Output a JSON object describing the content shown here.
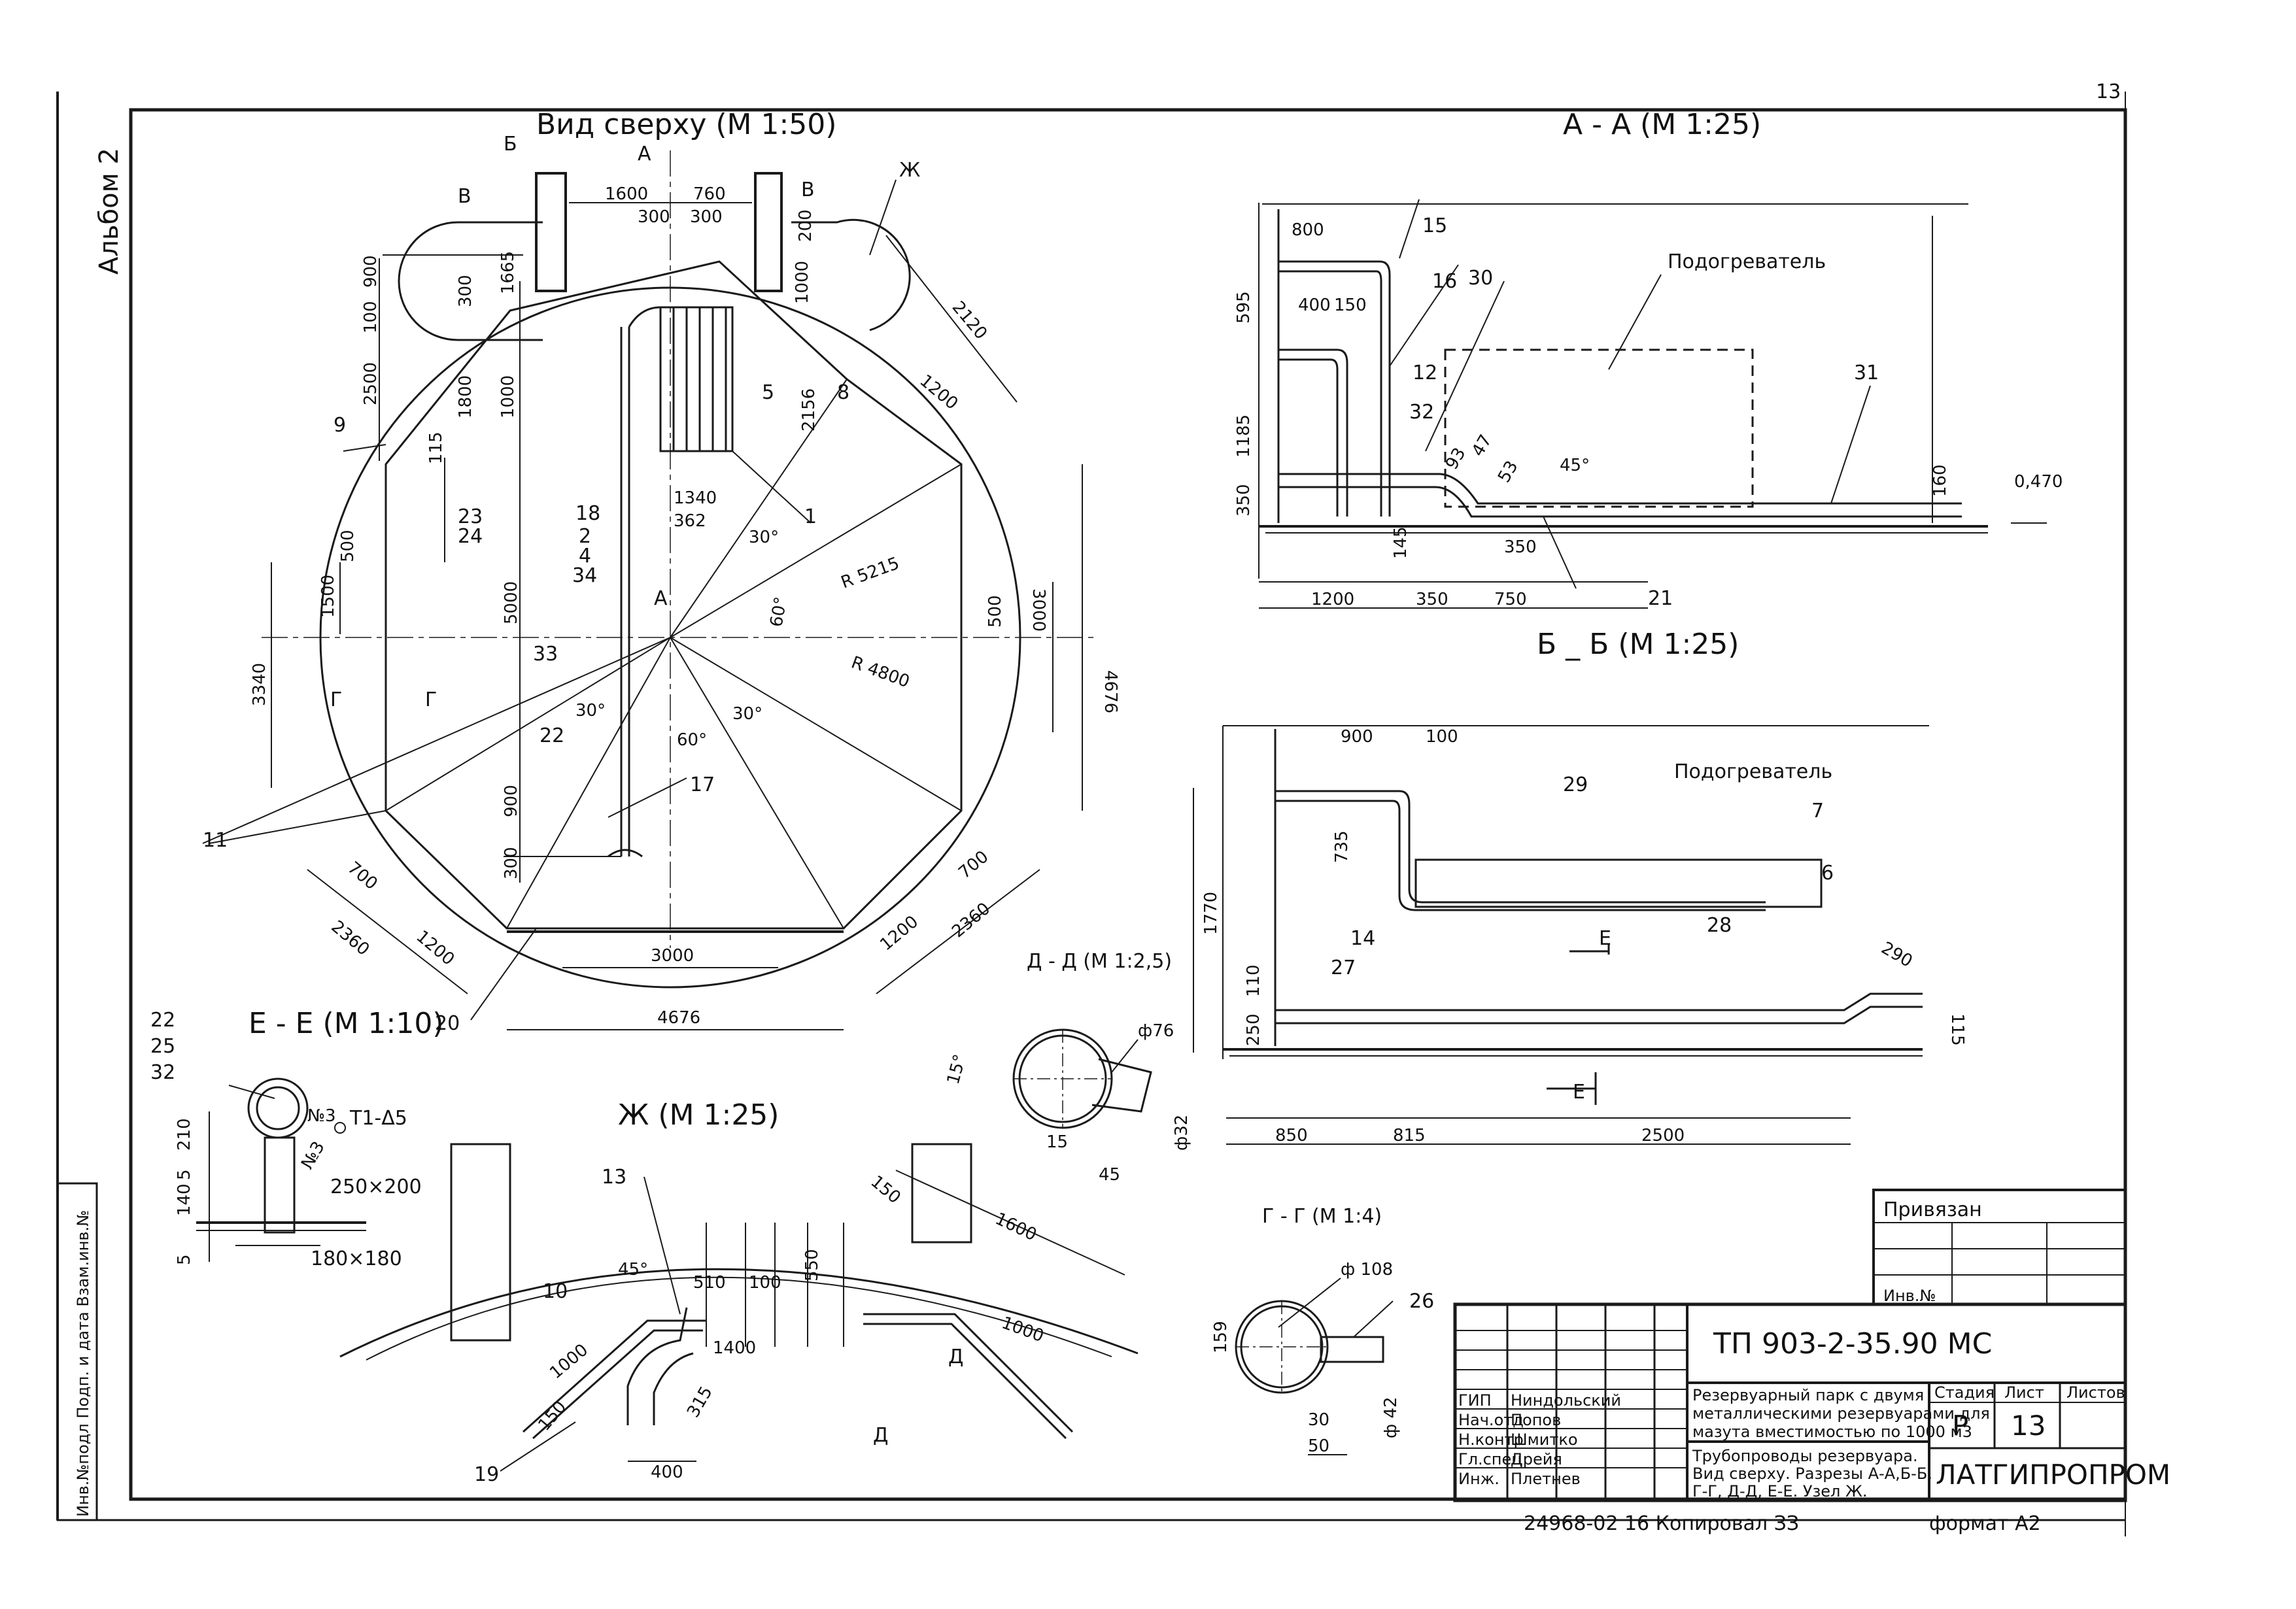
{
  "colors": {
    "ink": "#1a1a1a",
    "paper": "#ffffff"
  },
  "sheet": {
    "album": "Альбом 2",
    "corner_mark": "13",
    "side_stamp": "Инв.№подл Подп. и дата Взам.инв.№",
    "format": "формат А2",
    "copied": "24968-02 16  Копировал ЗЗ"
  },
  "views": {
    "top": {
      "title": "Вид сверху (М 1:50)",
      "section_marks": [
        "Б",
        "А",
        "В",
        "В",
        "Ж",
        "А",
        "Г",
        "Г"
      ],
      "dims": [
        "1600",
        "760",
        "300",
        "300",
        "200",
        "900",
        "1665",
        "300",
        "100",
        "1000",
        "2500",
        "1800",
        "1000",
        "115",
        "2120",
        "1200",
        "2156",
        "1340",
        "362",
        "500",
        "1500",
        "5000",
        "3340",
        "4676",
        "3000",
        "500",
        "900",
        "300",
        "700",
        "1200",
        "2360",
        "2360",
        "1200",
        "700",
        "3000",
        "4676",
        "R 5215",
        "R 4800",
        "30°",
        "60°",
        "60°",
        "30°",
        "30°"
      ],
      "callouts": [
        "9",
        "5",
        "8",
        "1",
        "23",
        "24",
        "18",
        "2",
        "4",
        "34",
        "33",
        "22",
        "17",
        "11",
        "20"
      ]
    },
    "aa": {
      "title": "А - А (М 1:25)",
      "heater": "Подогреватель",
      "dims": [
        "800",
        "595",
        "400",
        "150",
        "1185",
        "350",
        "145",
        "93",
        "47",
        "53",
        "45°",
        "350",
        "160",
        "0,470",
        "1200",
        "350",
        "750"
      ],
      "callouts": [
        "15",
        "16",
        "30",
        "12",
        "32",
        "31",
        "21"
      ]
    },
    "bb": {
      "title": "Б _ Б (М 1:25)",
      "heater": "Подогреватель",
      "dims": [
        "900",
        "100",
        "735",
        "1770",
        "110",
        "250",
        "290",
        "115",
        "850",
        "815",
        "2500"
      ],
      "callouts": [
        "29",
        "7",
        "6",
        "14",
        "27",
        "28"
      ],
      "section_mark": "Е"
    },
    "ee": {
      "title": "Е - Е (М 1:10)",
      "labels": [
        "22",
        "25",
        "32",
        "№3",
        "№3",
        "Т1-Δ5",
        "250×200",
        "180×180"
      ],
      "dims": [
        "210",
        "5",
        "140",
        "5"
      ]
    },
    "dd": {
      "title": "Д - Д (М 1:2,5)",
      "dims": [
        "ф76",
        "15°",
        "15",
        "45",
        "ф32"
      ]
    },
    "zh": {
      "title": "Ж (М 1:25)",
      "dims": [
        "150",
        "1600",
        "45°",
        "510",
        "100",
        "550",
        "1000",
        "1000",
        "1400",
        "150",
        "315",
        "400"
      ],
      "callouts": [
        "13",
        "10",
        "19",
        "Д"
      ]
    },
    "gg": {
      "title": "Г - Г (М 1:4)",
      "dims": [
        "ф 108",
        "30",
        "50",
        "ф 42",
        "159"
      ],
      "callouts": [
        "26"
      ]
    }
  },
  "stamp": {
    "attached": "Привязан",
    "inv": "Инв.№",
    "code": "ТП  903-2-35.90    МС",
    "roles": [
      "ГИП",
      "Нач.отд",
      "Н.контр",
      "Гл.спец",
      "Инж."
    ],
    "names": [
      "Ниндольский",
      "Попов",
      "Шмитко",
      "Дрейя",
      "Плетнев"
    ],
    "object": [
      "Резервуарный парк с двумя",
      "металлическими резервуарами для",
      "мазута вместимостью по 1000 м3"
    ],
    "sheet_title": [
      "Трубопроводы резервуара.",
      "Вид сверху. Разрезы А-А,Б-Б,",
      "Г-Г, Д-Д, Е-Е. Узел Ж."
    ],
    "stage_hdr": "Стадия",
    "sheet_hdr": "Лист",
    "sheets_hdr": "Листов",
    "stage": "Р",
    "sheet_no": "13",
    "org": "ЛАТГИПРОПРОМ"
  }
}
